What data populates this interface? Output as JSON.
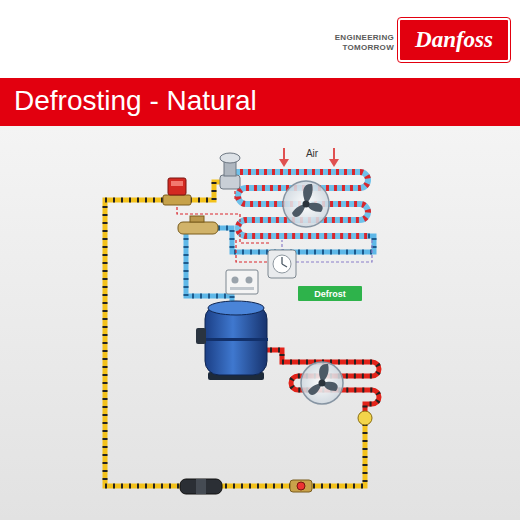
{
  "diagram": {
    "title": "Defrosting - Natural",
    "nodes": [
      {
        "text": [
          "Danfoss"
        ]
      },
      {
        "text": [
          "Defrost"
        ]
      }
    ],
    "labels": [
      "ENGINEERING TOMORROW",
      "Air"
    ]
  }
}
